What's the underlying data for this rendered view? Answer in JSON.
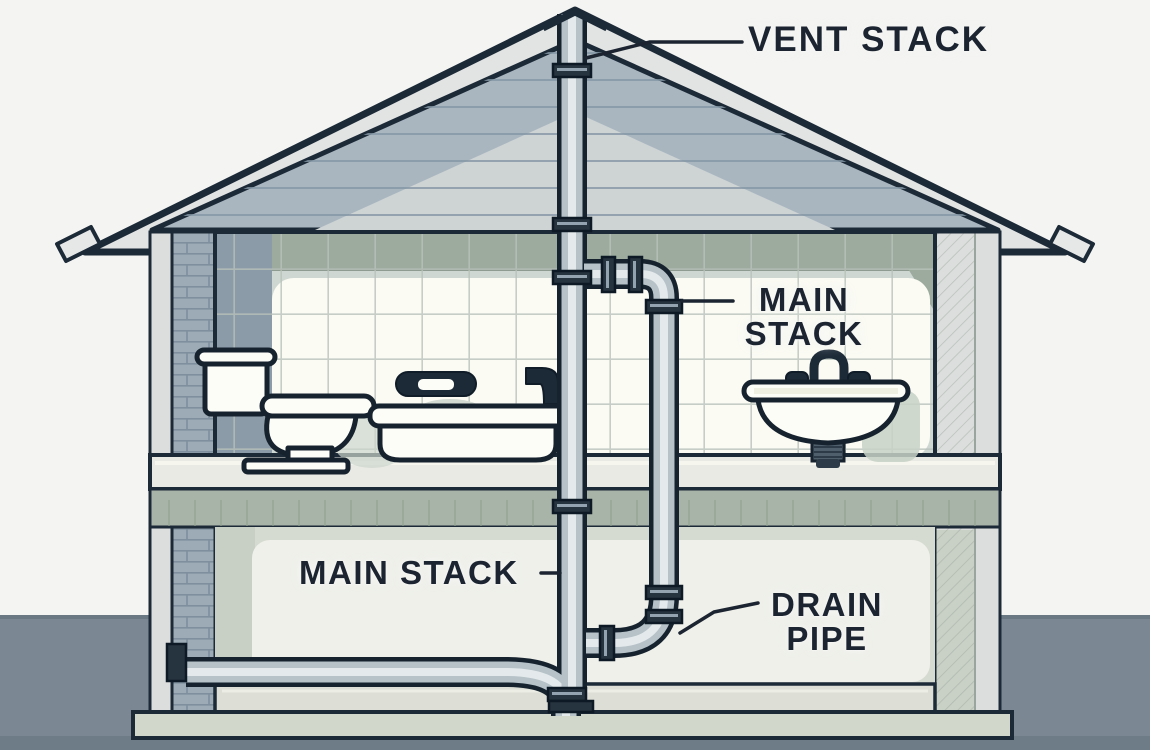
{
  "diagram": {
    "subject": "house plumbing cross-section",
    "labels": {
      "vent_stack": "VENT STACK",
      "main_stack_upper": "MAIN STACK",
      "main_stack_lower": "MAIN STACK",
      "drain_pipe": "DRAIN PIPE"
    },
    "palette": {
      "outline": "#1c2937",
      "label_text": "#1b2430",
      "sky": "#f4f5f3",
      "ground": "#7b8894",
      "roof_fascia": "#e2e4e3",
      "gable_fill": "#a9b6c0",
      "gable_inner": "#ced4d4",
      "tile_wall": "#cfd7d2",
      "tile_top_band": "#9dab9f",
      "tile_highlight_panel": "#fbfbf4",
      "pipe_body": "#b6c2c8",
      "pipe_highlight": "#e4eaec",
      "coupling": "#26343f",
      "fixture_fill": "#fdfdf8",
      "floor_slab": "#e9eae4",
      "joist_band": "#a9b4a9",
      "basement_floor": "#dddfd7",
      "footing": "#d2d7cb"
    }
  }
}
